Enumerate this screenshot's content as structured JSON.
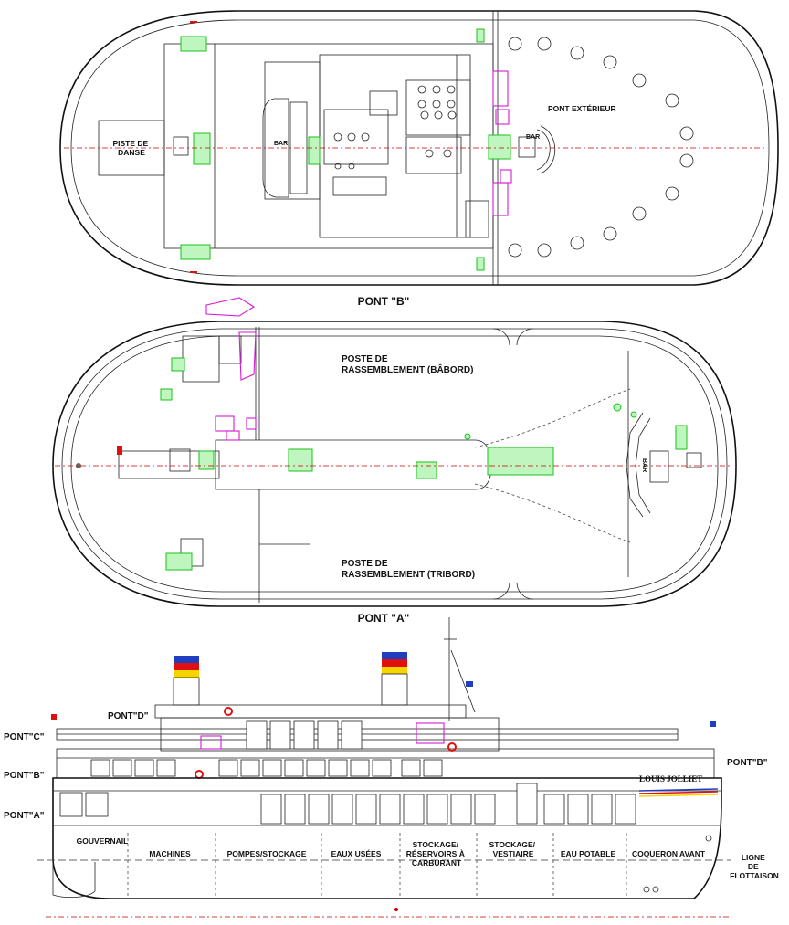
{
  "deck_b": {
    "title": "PONT \"B\"",
    "dance_floor": "PISTE DE\nDANSE",
    "bar_left": "BAR",
    "exterior": "PONT EXTÉRIEUR",
    "bar_right": "BAR"
  },
  "deck_a": {
    "title": "PONT \"A\"",
    "muster_port": "POSTE DE\nRASSEMBLEMENT (BÂBORD)",
    "muster_starboard": "POSTE DE\nRASSEMBLEMENT (TRIBORD)",
    "bar": "BAR"
  },
  "profile": {
    "deck_d": "PONT\"D\"",
    "deck_c": "PONT\"C\"",
    "deck_b_left": "PONT\"B\"",
    "deck_a_left": "PONT\"A\"",
    "deck_b_right": "PONT\"B\"",
    "ship_name": "LOUIS JOLLIET",
    "waterline": "LIGNE\nDE\nFLOTTAISON",
    "compartments": [
      "GOUVERNAIL",
      "MACHINES",
      "POMPES/STOCKAGE",
      "EAUX USÉES",
      "STOCKAGE/\nRÉSERVOIRS À\nCARBURANT",
      "STOCKAGE/\nVESTIAIRE",
      "EAU POTABLE",
      "COQUERON AVANT"
    ]
  },
  "colors": {
    "stairs_green": "#19c219",
    "equipment_magenta": "#d61ad6",
    "centerline_red": "#c00000",
    "flag_blue": "#1f3fbf",
    "flag_red": "#e01010",
    "flag_yellow": "#f5d400"
  }
}
